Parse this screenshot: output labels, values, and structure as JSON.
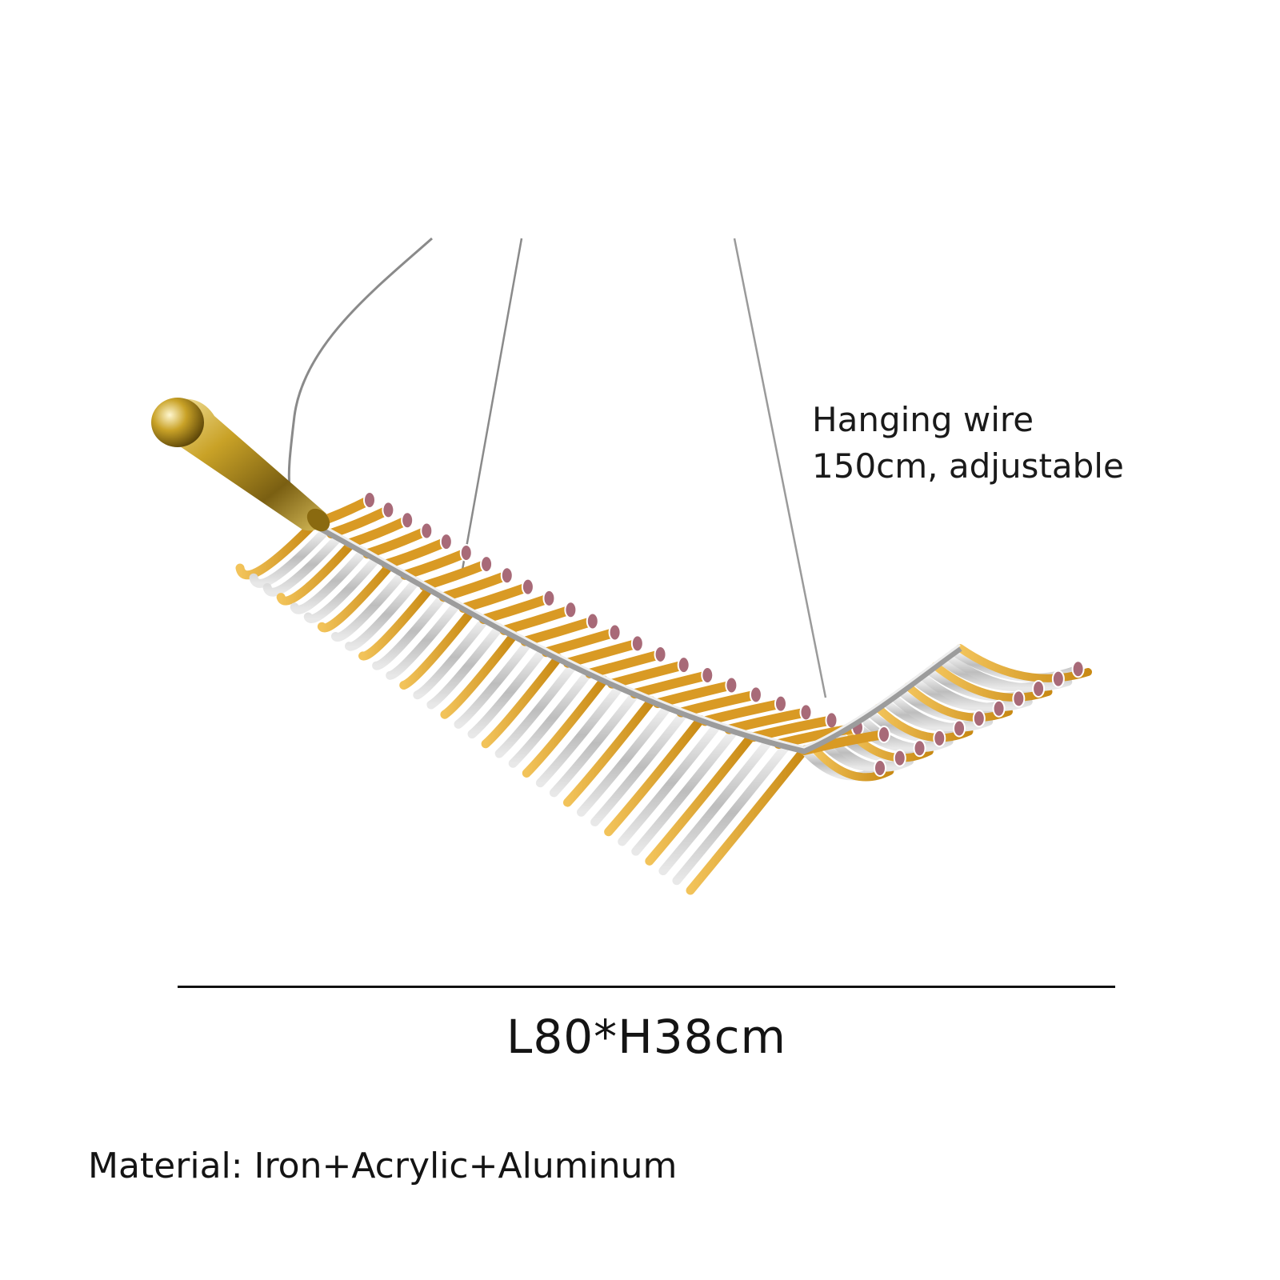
{
  "annotations": {
    "wire_line1": "Hanging wire",
    "wire_line2": "150cm, adjustable",
    "dimensions": "L80*H38cm",
    "material": "Material: Iron+Acrylic+Aluminum"
  },
  "colors": {
    "gold": "#c9a227",
    "amber": "#e0a020",
    "glass": "#d4d4d4",
    "tip": "#a86a78",
    "wire": "#888888"
  }
}
